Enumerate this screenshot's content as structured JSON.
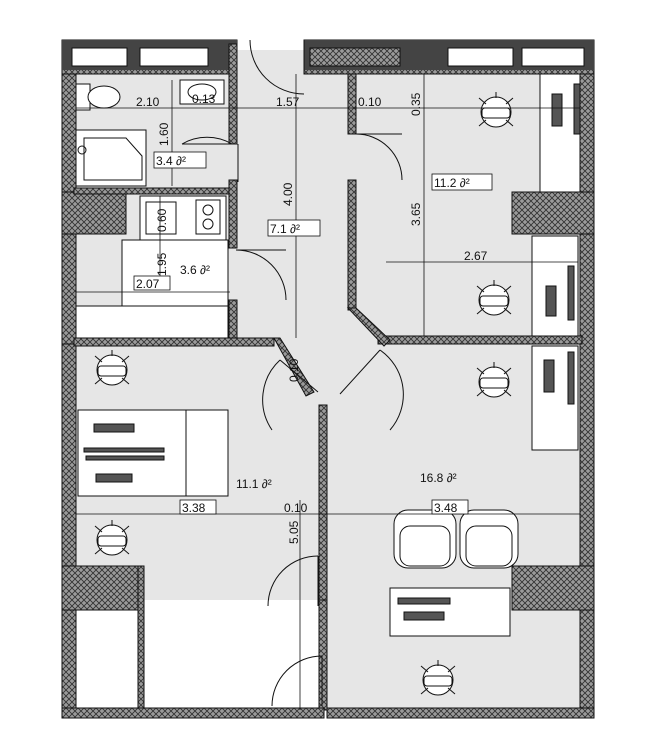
{
  "rooms": {
    "toilet_area": "3.4 ∂²",
    "corridor_area": "7.1 ∂²",
    "kitchen_area": "3.6 ∂²",
    "office_ne_area": "11.2 ∂²",
    "office_w_area": "11.1 ∂²",
    "office_se_area": "16.8 ∂²"
  },
  "dimensions": {
    "d_2_10": "2.10",
    "d_0_13": "0.13",
    "d_1_57": "1.57",
    "d_0_10_top": "0.10",
    "d_0_35": "0.35",
    "d_1_60": "1.60",
    "d_4_00": "4.00",
    "d_3_65": "3.65",
    "d_0_60": "0.60",
    "d_1_95": "1.95",
    "d_2_07": "2.07",
    "d_2_67": "2.67",
    "d_0_10_mid": "0.10",
    "d_3_38": "3.38",
    "d_0_10_low": "0.10",
    "d_3_48": "3.48",
    "d_5_05": "5.05"
  }
}
